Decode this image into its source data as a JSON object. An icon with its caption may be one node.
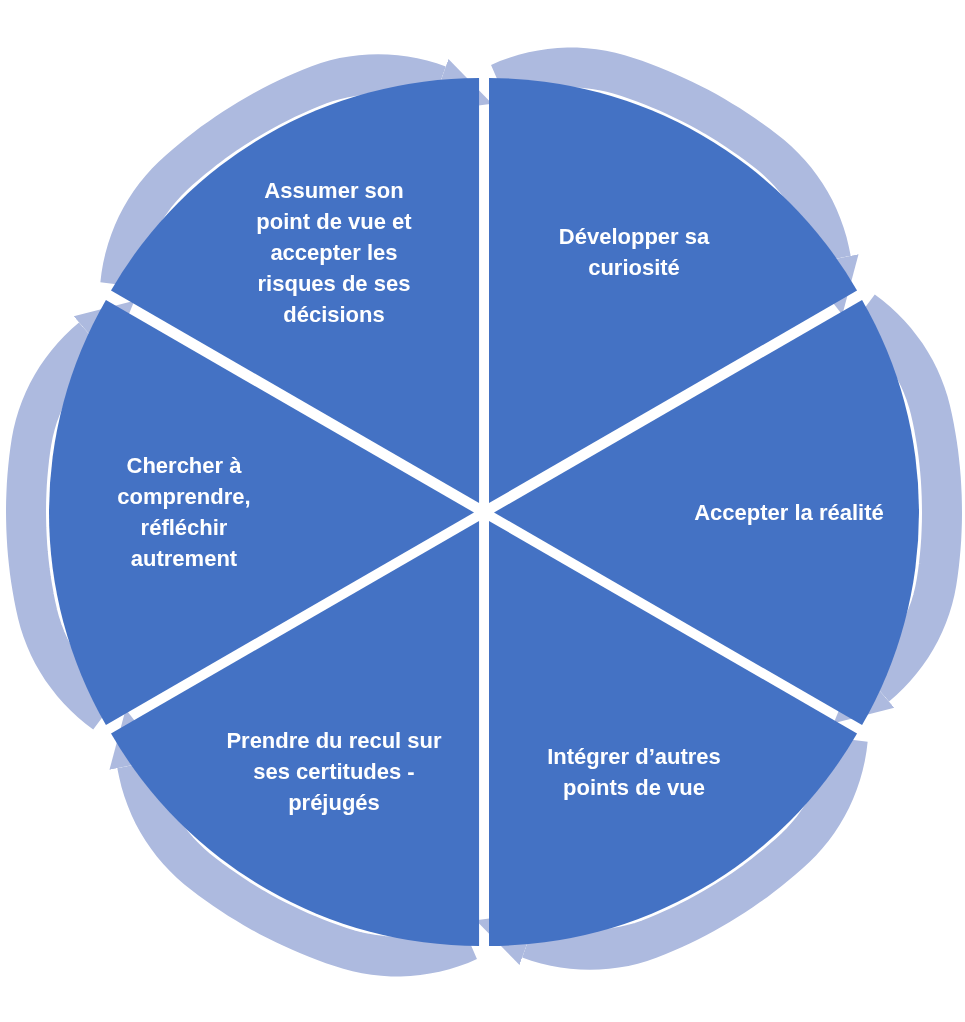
{
  "diagram": {
    "nodes": [
      {
        "text": [
          "Développer sa curiosité"
        ]
      },
      {
        "text": [
          "Accepter la réalité"
        ]
      },
      {
        "text": [
          "Intégrer d’autres points de vue"
        ]
      },
      {
        "text": [
          "Prendre du recul sur ses certitudes - préjugés"
        ]
      },
      {
        "text": [
          "Chercher à comprendre, réfléchir autrement"
        ]
      },
      {
        "text": [
          "Assumer son point de vue et accepter les risques de ses décisions"
        ]
      }
    ],
    "edges": [
      {
        "from": 0,
        "to": 1,
        "arrow": "to"
      },
      {
        "from": 1,
        "to": 2,
        "arrow": "to"
      },
      {
        "from": 2,
        "to": 3,
        "arrow": "to"
      },
      {
        "from": 3,
        "to": 4,
        "arrow": "to"
      },
      {
        "from": 4,
        "to": 5,
        "arrow": "to"
      },
      {
        "from": 5,
        "to": 0,
        "arrow": "to"
      }
    ]
  }
}
